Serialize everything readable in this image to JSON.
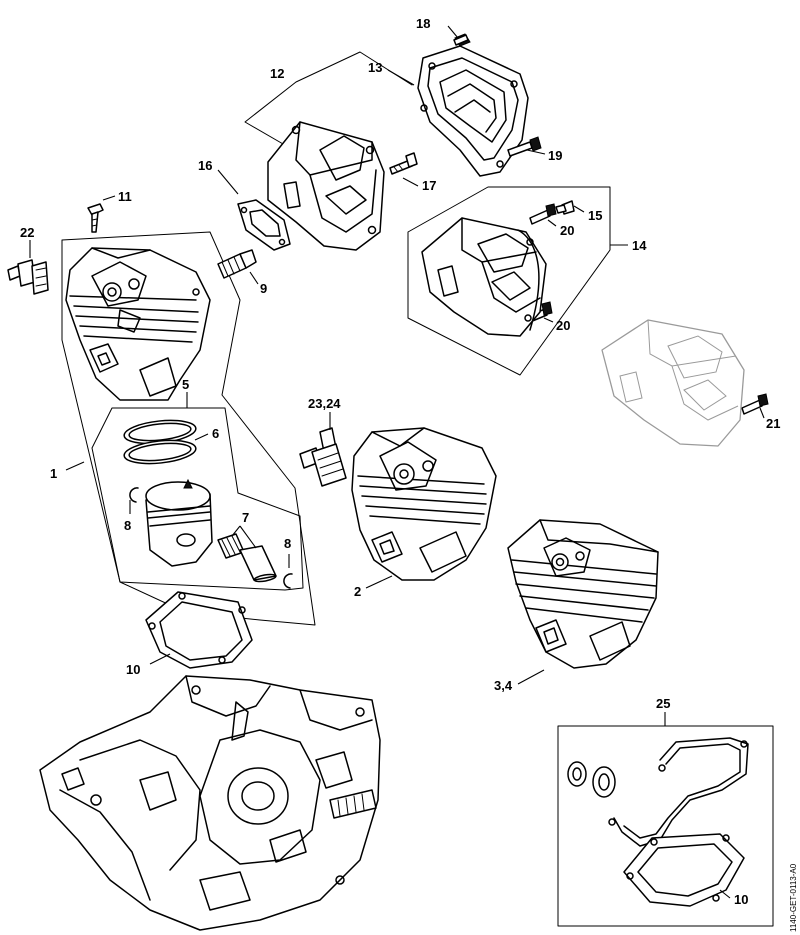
{
  "diagram": {
    "reference_code": "1140-GET-0113-A0",
    "callouts": {
      "c1": "1",
      "c2": "2",
      "c34": "3,4",
      "c5": "5",
      "c6": "6",
      "c7": "7",
      "c8a": "8",
      "c8b": "8",
      "c9": "9",
      "c10a": "10",
      "c10b": "10",
      "c11": "11",
      "c12": "12",
      "c13": "13",
      "c14": "14",
      "c15": "15",
      "c16": "16",
      "c17": "17",
      "c18": "18",
      "c19": "19",
      "c20a": "20",
      "c20b": "20",
      "c21": "21",
      "c22": "22",
      "c2324": "23,24",
      "c25": "25"
    }
  }
}
